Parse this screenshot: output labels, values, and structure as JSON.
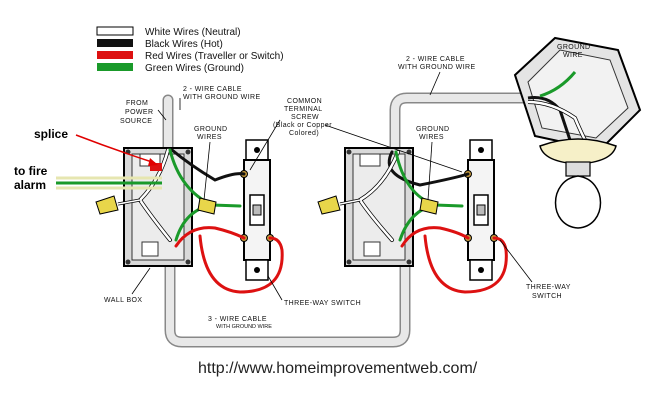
{
  "legend": [
    {
      "label": "White Wires (Neutral)",
      "color": "#ffffff"
    },
    {
      "label": "Black Wires (Hot)",
      "color": "#111111"
    },
    {
      "label": "Red Wires (Traveller or Switch)",
      "color": "#dd1111"
    },
    {
      "label": "Green Wires (Ground)",
      "color": "#1a9a2a"
    }
  ],
  "labels": {
    "two_wire_left_l1": "2 - WIRE CABLE",
    "two_wire_left_l2": "WITH GROUND WIRE",
    "two_wire_right_l1": "2 - WIRE CABLE",
    "two_wire_right_l2": "WITH GROUND WIRE",
    "from_power_l1": "FROM",
    "from_power_l2": "POWER",
    "from_power_l3": "SOURCE",
    "ground_wires_left_l1": "GROUND",
    "ground_wires_left_l2": "WIRES",
    "ground_wires_right_l1": "GROUND",
    "ground_wires_right_l2": "WIRES",
    "common_l1": "COMMON",
    "common_l2": "TERMINAL",
    "common_l3": "SCREW",
    "common_l4": "(Black or Copper",
    "common_l5": "Colored)",
    "ground_wire_fixture_l1": "GROUND",
    "ground_wire_fixture_l2": "WIRE",
    "wall_box": "WALL BOX",
    "three_way_switch": "THREE-WAY  SWITCH",
    "three_way_right_l1": "THREE-WAY",
    "three_way_right_l2": "SWITCH",
    "three_wire_l1": "3 - WIRE CABLE",
    "three_wire_l2": "WITH GROUND WIRE",
    "splice": "splice",
    "fire_alarm_l1": "to fire",
    "fire_alarm_l2": "alarm",
    "url": "http://www.homeimprovementweb.com/"
  },
  "colors": {
    "neutral": "#ffffff",
    "hot": "#111111",
    "traveller": "#dd1111",
    "ground": "#1a9a2a",
    "cable": "#e8e8e8",
    "box": "#d9d9d9",
    "nut": "#e8d64a",
    "bulb": "#f6f0c8",
    "annotation": "#e00000"
  }
}
